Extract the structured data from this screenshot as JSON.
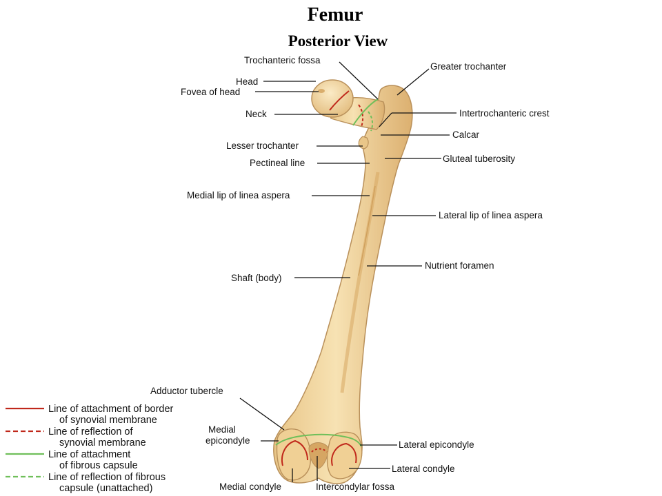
{
  "title": "Femur",
  "subtitle": "Posterior View",
  "labels": {
    "trochanteric_fossa": "Trochanteric fossa",
    "head": "Head",
    "fovea_of_head": "Fovea of head",
    "neck": "Neck",
    "lesser_trochanter": "Lesser trochanter",
    "pectineal_line": "Pectineal line",
    "medial_lip": "Medial lip of linea aspera",
    "shaft": "Shaft (body)",
    "greater_trochanter": "Greater trochanter",
    "intertrochanteric_crest": "Intertrochanteric crest",
    "calcar": "Calcar",
    "gluteal_tuberosity": "Gluteal tuberosity",
    "lateral_lip": "Lateral lip of linea aspera",
    "nutrient_foramen": "Nutrient foramen",
    "adductor_tubercle": "Adductor tubercle",
    "medial_epicondyle_1": "Medial",
    "medial_epicondyle_2": "epicondyle",
    "lateral_epicondyle": "Lateral epicondyle",
    "lateral_condyle": "Lateral condyle",
    "medial_condyle": "Medial condyle",
    "intercondylar_fossa": "Intercondylar fossa"
  },
  "legend": {
    "items": [
      {
        "line1": "Line of attachment of border",
        "line2": "of synovial membrane",
        "color": "#c0281b",
        "style": "solid"
      },
      {
        "line1": "Line of reflection of",
        "line2": "synovial membrane",
        "color": "#c0281b",
        "style": "dashed"
      },
      {
        "line1": "Line of attachment",
        "line2": "of fibrous capsule",
        "color": "#6fbf5a",
        "style": "solid"
      },
      {
        "line1": "Line of reflection of fibrous",
        "line2": "capsule (unattached)",
        "color": "#6fbf5a",
        "style": "dashed"
      }
    ]
  },
  "colors": {
    "bone_fill": "#f3d8a0",
    "bone_shade": "#e2b978",
    "bone_outline": "#b9905a"
  }
}
